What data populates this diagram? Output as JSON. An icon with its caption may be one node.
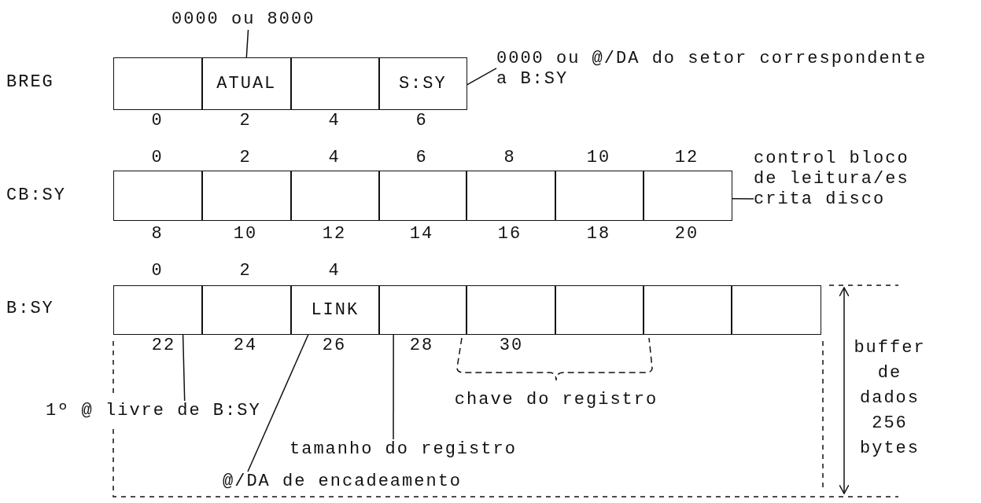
{
  "diagram": {
    "nodes": [
      {
        "text": [
          "0000 ou 8000"
        ]
      },
      {
        "text": [],
        "shape": "box"
      },
      {
        "text": [
          "ATUAL"
        ]
      },
      {
        "text": [],
        "shape": "box"
      },
      {
        "text": [
          "S:SY"
        ]
      },
      {
        "text": [
          "0000 ou @/DA do setor correspondente a B:SY"
        ]
      },
      {
        "text": [],
        "shape": "box"
      },
      {
        "text": [],
        "shape": "box"
      },
      {
        "text": [],
        "shape": "box"
      },
      {
        "text": [],
        "shape": "box"
      },
      {
        "text": [],
        "shape": "box"
      },
      {
        "text": [],
        "shape": "box"
      },
      {
        "text": [],
        "shape": "box"
      },
      {
        "text": [
          "control bloco de leitura/es crita disco"
        ]
      },
      {
        "text": [],
        "shape": "box"
      },
      {
        "text": [],
        "shape": "box"
      },
      {
        "text": [
          "LINK"
        ]
      },
      {
        "text": [],
        "shape": "box"
      },
      {
        "text": [],
        "shape": "box"
      },
      {
        "text": [],
        "shape": "box"
      },
      {
        "text": [],
        "shape": "box"
      },
      {
        "text": [],
        "shape": "box"
      },
      {
        "text": [
          "1º @ livre de B:SY"
        ]
      },
      {
        "text": [
          "tamanho do registro"
        ]
      },
      {
        "text": [
          "@/DA de encadeamento"
        ]
      }
    ],
    "edges": [
      {
        "from": 0,
        "to": 2,
        "arrow": "none"
      },
      {
        "from": 5,
        "to": 4,
        "arrow": "none"
      },
      {
        "from": 13,
        "to": 12,
        "arrow": "none"
      },
      {
        "from": 22,
        "to": 14,
        "arrow": "none"
      },
      {
        "from": 23,
        "to": 17,
        "arrow": "none"
      },
      {
        "from": 24,
        "to": 16,
        "arrow": "none"
      }
    ],
    "labels": [
      "BREG",
      "0",
      "2",
      "4",
      "6",
      "0",
      "2",
      "4",
      "6",
      "8",
      "10",
      "12",
      "CB:SY",
      "8",
      "10",
      "12",
      "14",
      "16",
      "18",
      "20",
      "0",
      "2",
      "4",
      "B:SY",
      "22",
      "24",
      "26",
      "28",
      "30",
      "chave do registro",
      "buffer de dados 256 bytes"
    ]
  }
}
